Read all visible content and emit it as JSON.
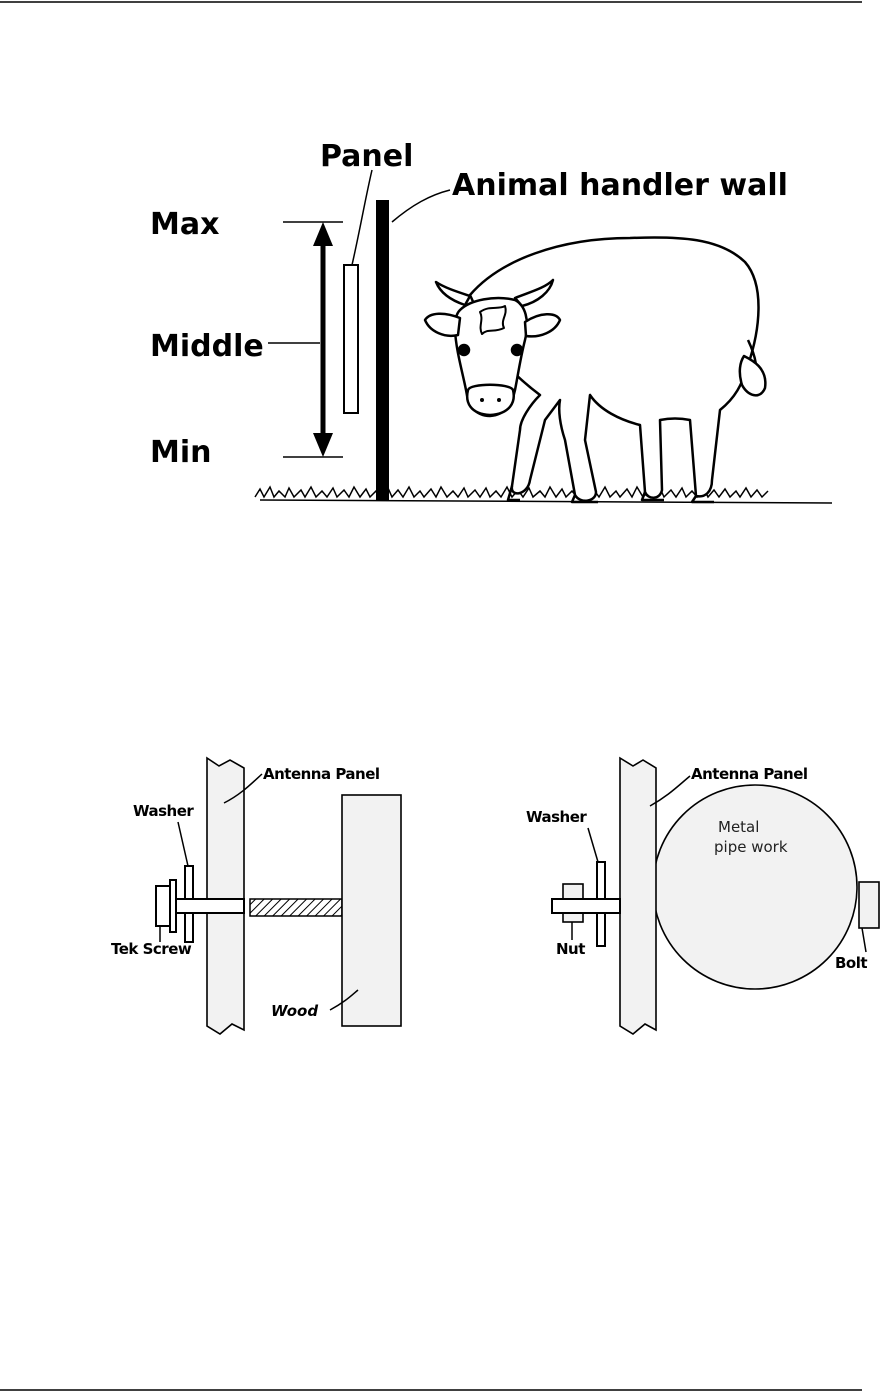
{
  "mounting_height_figure": {
    "labels": {
      "panel": "Panel",
      "wall": "Animal handler wall",
      "max": "Max",
      "middle": "Middle",
      "min": "Min"
    },
    "icons": [
      "cow-illustration",
      "double-arrow-icon",
      "grass-ground"
    ]
  },
  "wood_mount_figure": {
    "labels": {
      "antenna_panel": "Antenna Panel",
      "washer": "Washer",
      "tek_screw": "Tek Screw",
      "wood": "Wood"
    }
  },
  "pipe_mount_figure": {
    "labels": {
      "antenna_panel": "Antenna Panel",
      "washer": "Washer",
      "metal_line1": "Metal",
      "metal_line2": "pipe work",
      "nut": "Nut",
      "bolt": "Bolt"
    }
  },
  "colors": {
    "ink": "#000000",
    "fill_light": "#f2f2f2"
  }
}
